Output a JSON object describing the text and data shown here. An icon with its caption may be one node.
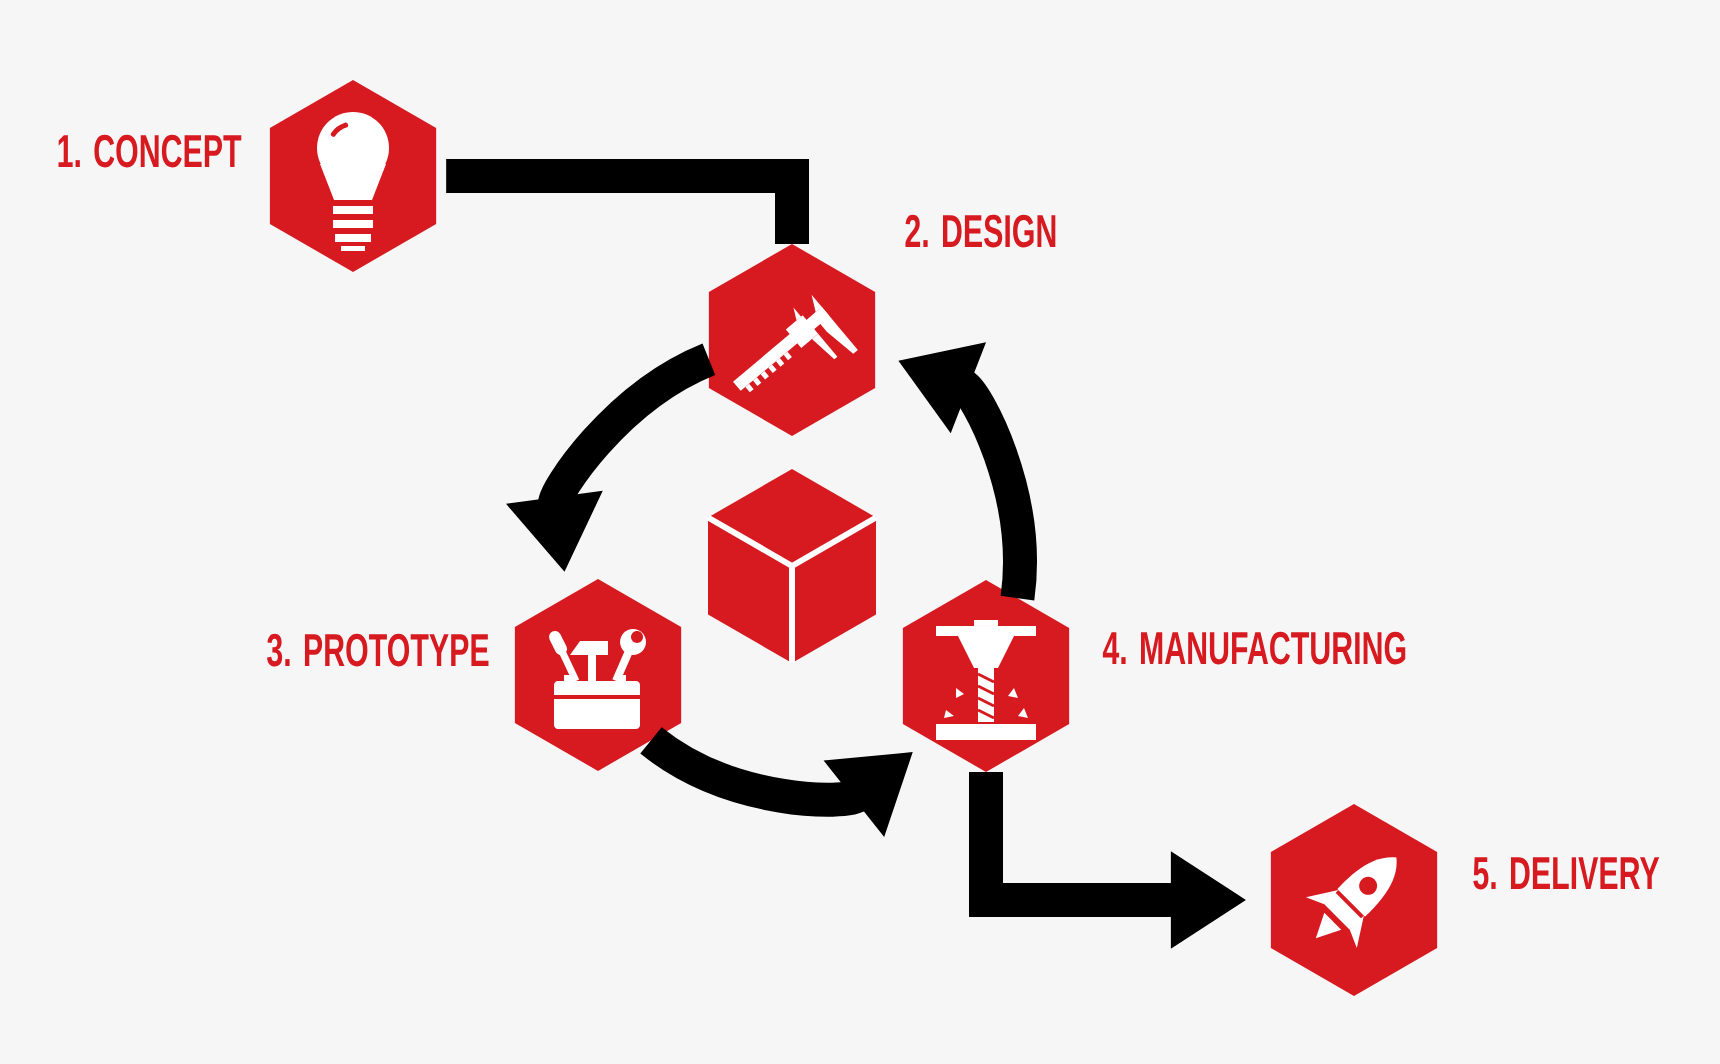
{
  "diagram": {
    "nodes": [
      {
        "text": [
          "1. CONCEPT"
        ]
      },
      {
        "text": [
          "2. DESIGN"
        ]
      },
      {
        "text": [
          "3. PROTOTYPE"
        ]
      },
      {
        "text": [
          "4. MANUFACTURING"
        ]
      },
      {
        "text": [
          "5. DELIVERY"
        ]
      },
      {
        "text": [],
        "shape": "cube"
      }
    ],
    "edges": [
      {
        "from": 0,
        "to": 1,
        "arrow": "none"
      },
      {
        "from": 1,
        "to": 2,
        "arrow": "to"
      },
      {
        "from": 2,
        "to": 3,
        "arrow": "to"
      },
      {
        "from": 3,
        "to": 1,
        "arrow": "to"
      },
      {
        "from": 3,
        "to": 4,
        "arrow": "to"
      }
    ]
  }
}
